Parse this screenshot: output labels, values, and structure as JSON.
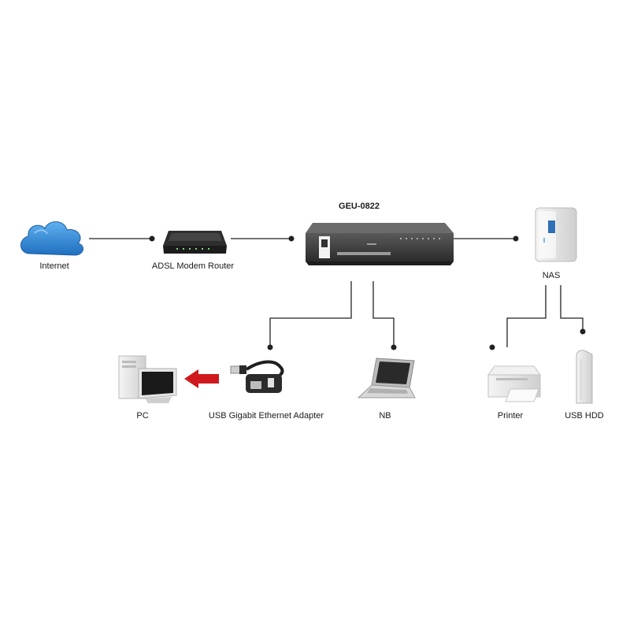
{
  "diagram": {
    "title": "GEU-0822",
    "nodes": {
      "internet": "Internet",
      "modem": "ADSL Modem Router",
      "nas": "NAS",
      "pc": "PC",
      "adapter": "USB Gigabit Ethernet Adapter",
      "nb": "NB",
      "printer": "Printer",
      "usbhdd": "USB HDD"
    },
    "colors": {
      "line": "#222222",
      "cloud": "#2f80d1",
      "arrow": "#d0191c",
      "device_dark": "#3a3a3a",
      "device_light": "#e8e8e8"
    }
  }
}
